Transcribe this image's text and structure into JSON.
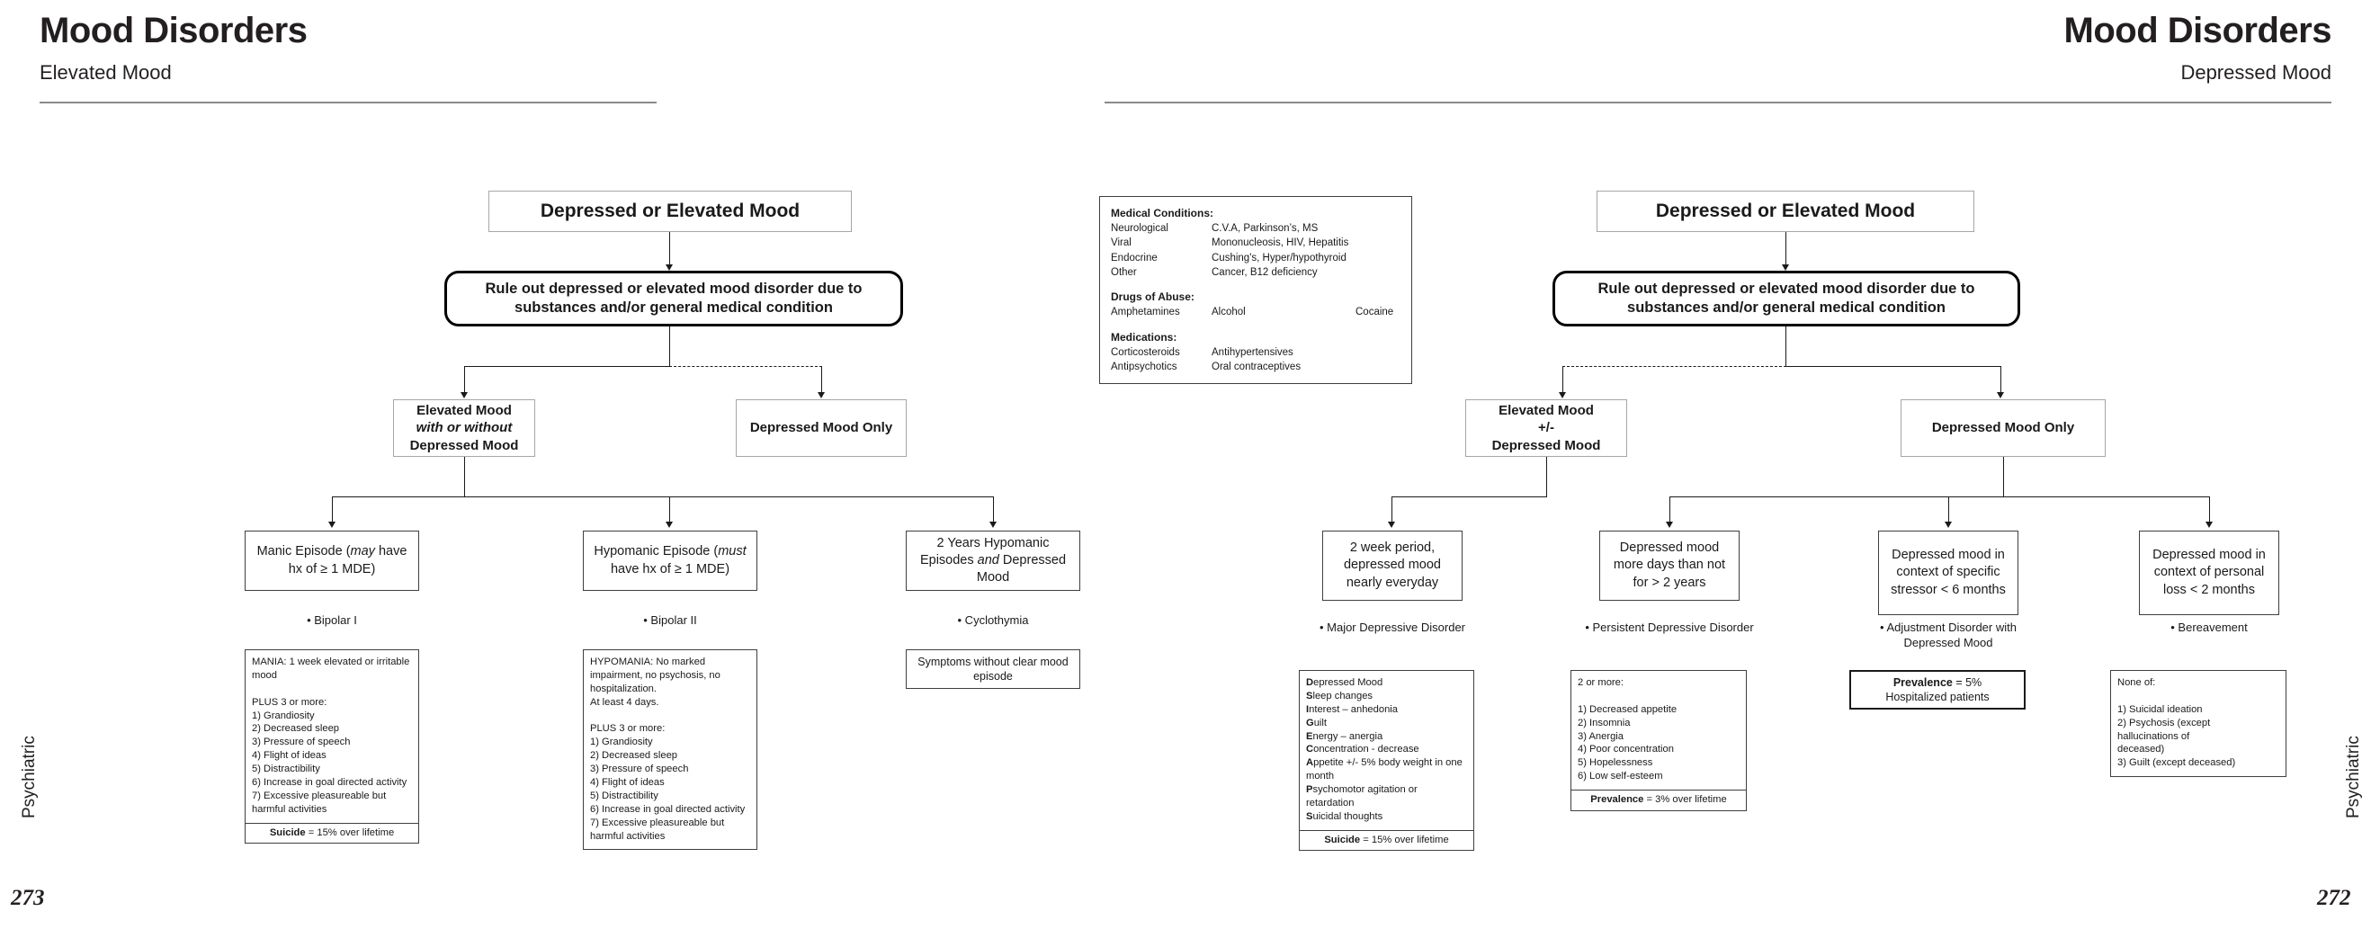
{
  "left_page": {
    "title": "Mood Disorders",
    "subtitle": "Elevated Mood",
    "side_label": "Psychiatric",
    "page_number": "273",
    "root": "Depressed or Elevated Mood",
    "ruleout": "Rule out depressed or elevated mood disorder due to substances and/or general medical condition",
    "branch_elevated_l1": "Elevated Mood",
    "branch_elevated_l2": "with or without",
    "branch_elevated_l3": "Depressed Mood",
    "branch_depressed": "Depressed Mood Only",
    "manic_box": "Manic Episode (may have hx of ≥ 1 MDE)",
    "manic_box_pre": "Manic Episode (",
    "manic_box_it": "may",
    "manic_box_post": " have hx of ≥ 1 MDE)",
    "manic_caption": "• Bipolar I",
    "hypomanic_box_pre": "Hypomanic Episode (",
    "hypomanic_box_it": "must",
    "hypomanic_box_post": " have hx of ≥ 1 MDE)",
    "hypomanic_caption": "• Bipolar II",
    "cyclo_box_pre": "2 Years Hypomanic Episodes ",
    "cyclo_box_it": "and",
    "cyclo_box_post": " Depressed Mood",
    "cyclo_caption": "• Cyclothymia",
    "cyclo_detail": "Symptoms without clear mood episode",
    "mania_detail": "MANIA: 1 week elevated or irritable mood\n\nPLUS 3 or more:\n1) Grandiosity\n2) Decreased sleep\n3) Pressure of speech\n4) Flight of ideas\n5) Distractibility\n6) Increase in goal directed activity\n7) Excessive pleasureable but harmful activities",
    "mania_foot_label": "Suicide",
    "mania_foot_value": " = 15% over lifetime",
    "hypomania_detail": "HYPOMANIA: No marked impairment, no psychosis, no hospitalization.\nAt least 4 days.\n\nPLUS 3 or more:\n1) Grandiosity\n2) Decreased sleep\n3) Pressure of speech\n4) Flight of ideas\n5) Distractibility\n6) Increase in goal directed activity\n7) Excessive pleasureable but harmful activities"
  },
  "right_page": {
    "title": "Mood Disorders",
    "subtitle": "Depressed Mood",
    "side_label": "Psychiatric",
    "page_number": "272",
    "root": "Depressed or Elevated Mood",
    "ruleout": "Rule out depressed or elevated mood disorder due to substances and/or general medical condition",
    "branch_elevated_l1": "Elevated Mood",
    "branch_elevated_l2": "+/-",
    "branch_elevated_l3": "Depressed Mood",
    "branch_depressed": "Depressed Mood Only",
    "mdd_box": "2 week period, depressed mood nearly everyday",
    "mdd_caption": "• Major Depressive Disorder",
    "pdd_box": "Depressed mood more days than not for > 2 years",
    "pdd_caption": "• Persistent Depressive Disorder",
    "adj_box": "Depressed mood in context of specific stressor < 6 months",
    "adj_caption": "• Adjustment Disorder with Depressed Mood",
    "ber_box": "Depressed mood in context of personal loss < 2 months",
    "ber_caption": "• Bereavement",
    "sigecaps": [
      {
        "bold": "D",
        "rest": "epressed Mood"
      },
      {
        "bold": "S",
        "rest": "leep changes"
      },
      {
        "bold": "I",
        "rest": "nterest – anhedonia"
      },
      {
        "bold": "G",
        "rest": "uilt"
      },
      {
        "bold": "E",
        "rest": "nergy – anergia"
      },
      {
        "bold": "C",
        "rest": "oncentration - decrease"
      },
      {
        "bold": "A",
        "rest": "ppetite +/- 5% body weight in one month"
      },
      {
        "bold": "P",
        "rest": "sychomotor agitation or retardation"
      },
      {
        "bold": "S",
        "rest": "uicidal thoughts"
      }
    ],
    "sigecaps_foot_label": "Suicide",
    "sigecaps_foot_value": " = 15% over lifetime",
    "pdd_detail": "2 or more:\n\n1) Decreased appetite\n2) Insomnia\n3) Anergia\n4) Poor concentration\n5) Hopelessness\n6) Low self-esteem",
    "pdd_foot_label": "Prevalence",
    "pdd_foot_value": " = 3% over lifetime",
    "adj_foot_label": "Prevalence",
    "adj_foot_value": " = 5%",
    "adj_foot_line2": "Hospitalized patients",
    "ber_detail": "None of:\n\n1) Suicidal ideation\n2) Psychosis (except\n        hallucinations of\n        deceased)\n3) Guilt (except deceased)"
  },
  "legend": {
    "medical_heading": "Medical Conditions:",
    "medical_rows": [
      {
        "category": "Neurological",
        "value": "C.V.A, Parkinson’s, MS"
      },
      {
        "category": "Viral",
        "value": "Mononucleosis, HIV, Hepatitis"
      },
      {
        "category": "Endocrine",
        "value": "Cushing's, Hyper/hypothyroid"
      },
      {
        "category": "Other",
        "value": "Cancer, B12 deficiency"
      }
    ],
    "drugs_heading": "Drugs of Abuse:",
    "drugs_row": {
      "c1": "Amphetamines",
      "c2": "Alcohol",
      "c3": "Cocaine"
    },
    "meds_heading": "Medications:",
    "meds_rows": [
      {
        "c1": "Corticosteroids",
        "c2": "Antihypertensives"
      },
      {
        "c1": "Antipsychotics",
        "c2": "Oral contraceptives"
      }
    ]
  }
}
